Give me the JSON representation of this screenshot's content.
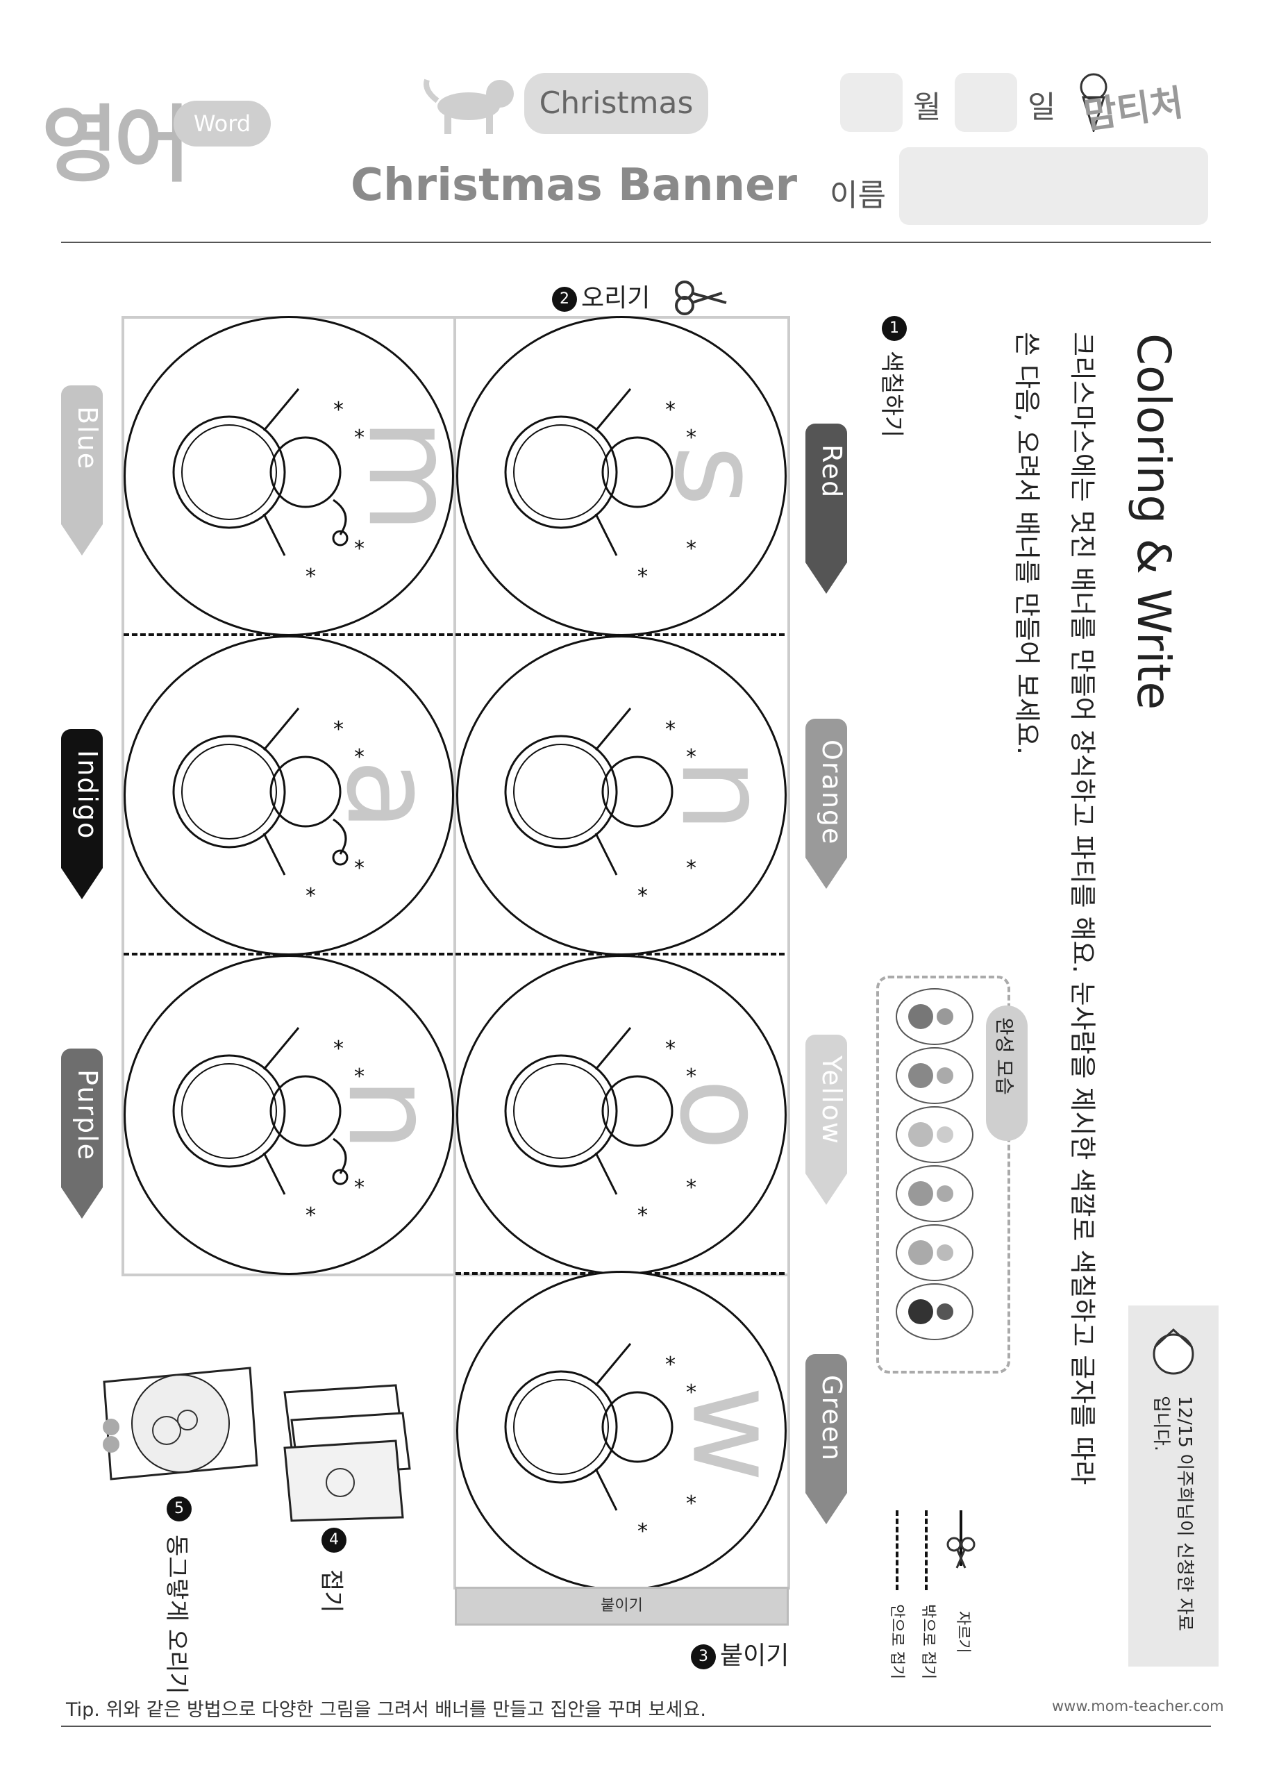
{
  "header": {
    "logo_text": "영어",
    "logo_pill": "Word",
    "topic": "Christmas",
    "title": "Christmas Banner",
    "month_label": "월",
    "day_label": "일",
    "name_label": "이름",
    "brand": "맘티처"
  },
  "instructions": {
    "heading": "Coloring & Write",
    "line1": "크리스마스에는 멋진 배너를 만들어 장식하고 파티를 해요. 눈사람을 제시한 색깔로 색칠하고 글자를 따라",
    "line2": "쓴 다음, 오려서 배너를 만들어 보세요.",
    "step1": "색칠하기",
    "step2": "오리기",
    "step3": "붙이기",
    "step4": "접기",
    "step5": "동그랗게 오리기"
  },
  "step_numbers": [
    "1",
    "2",
    "3",
    "4",
    "5"
  ],
  "banner": {
    "right_column": [
      {
        "letter": "s",
        "color_name": "Red",
        "color": "#555555"
      },
      {
        "letter": "n",
        "color_name": "Orange",
        "color": "#9a9a9a"
      },
      {
        "letter": "o",
        "color_name": "Yellow",
        "color": "#d4d4d4"
      },
      {
        "letter": "w",
        "color_name": "Green",
        "color": "#8a8a8a"
      }
    ],
    "left_column": [
      {
        "letter": "m",
        "color_name": "Blue",
        "color": "#c4c4c4"
      },
      {
        "letter": "a",
        "color_name": "Indigo",
        "color": "#111111"
      },
      {
        "letter": "n",
        "color_name": "Purple",
        "color": "#6e6e6e"
      }
    ],
    "paste_tab": "붙이기"
  },
  "preview_label": "완성 모습",
  "legend": {
    "cut": "자르기",
    "fold_out": "밖으로 접기",
    "fold_in": "안으로 접기"
  },
  "note": "12/15 이주희님이 신청한 자료입니다.",
  "footer": {
    "tip": "Tip. 위와 같은 방법으로 다양한 그림을 그려서 배너를 만들고 집안을 꾸며 보세요.",
    "site": "www.mom-teacher.com"
  }
}
